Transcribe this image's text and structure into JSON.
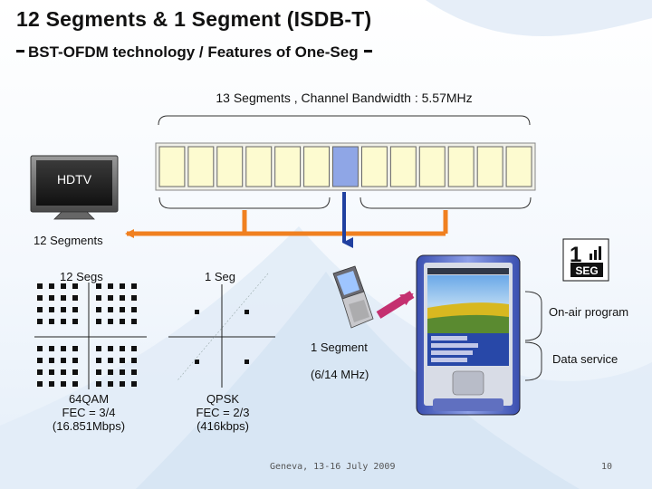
{
  "title": "12 Segments & 1 Segment (ISDB-T)",
  "subtitle": "BST-OFDM technology / Features of One-Seg",
  "band_label": "13 Segments , Channel Bandwidth : 5.57MHz",
  "segments": {
    "total": 13,
    "highlighted_index": 6
  },
  "hdtv_label": "HDTV",
  "twelve_segments_label": "12 Segments",
  "qam": {
    "label": "12 Segs",
    "line1": "64QAM",
    "line2": "FEC = 3/4",
    "line3": "(16.851Mbps)"
  },
  "qpsk": {
    "label": "1 Seg",
    "line1": "QPSK",
    "line2": "FEC = 2/3",
    "line3": "(416kbps)"
  },
  "one_segment_label": "1 Segment",
  "one_segment_bw": "(6/14 MHz)",
  "onair_label": "On-air program",
  "data_label": "Data service",
  "logo_text": "SEG",
  "logo_digit": "1",
  "footer_text": "Geneva, 13-16 July 2009",
  "page_number": "10",
  "colors": {
    "segment_fill": "#fdfbd0",
    "segment_highlight": "#8fa6e6",
    "arrow_orange": "#f08020",
    "arrow_blue": "#2040a0",
    "magenta": "#c43070"
  }
}
